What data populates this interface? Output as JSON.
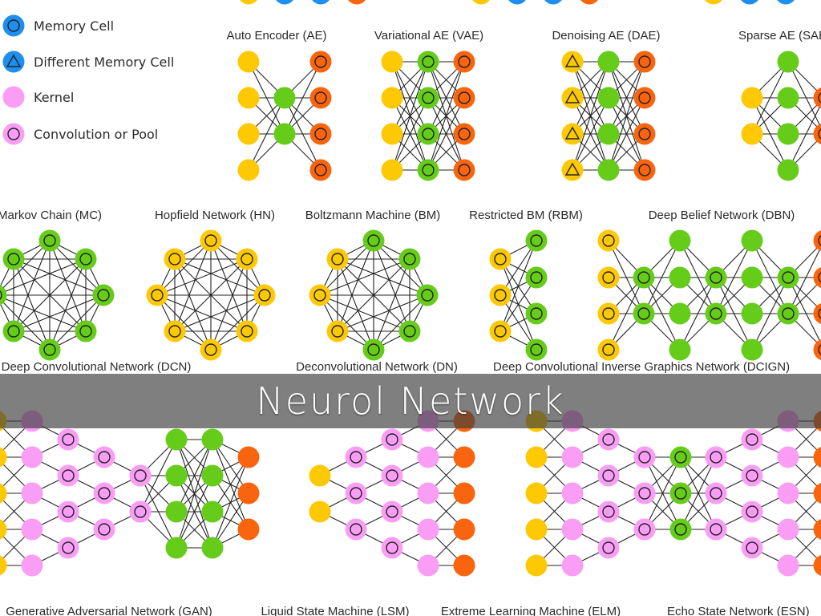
{
  "slide": {
    "title": "Neurol Network"
  },
  "colors": {
    "input": "#fdc804",
    "output": "#f9640f",
    "hidden": "#66cc1a",
    "kernel": "#f99df5",
    "memory": "#1e8ff0",
    "edge": "#222222",
    "banner": "#3c3c3c"
  },
  "legend": [
    {
      "label": "Memory Cell",
      "icon": "circle-in-blue-icon"
    },
    {
      "label": "Different Memory Cell",
      "icon": "triangle-in-blue-icon"
    },
    {
      "label": "Kernel",
      "icon": "pink-dot-icon"
    },
    {
      "label": "Convolution or Pool",
      "icon": "circle-in-pink-icon"
    }
  ],
  "networks": {
    "ae": "Auto Encoder (AE)",
    "vae": "Variational AE (VAE)",
    "dae": "Denoising AE (DAE)",
    "sae": "Sparse AE (SAE)",
    "mc": "Markov Chain (MC)",
    "hn": "Hopfield Network (HN)",
    "bm": "Boltzmann Machine (BM)",
    "rbm": "Restricted BM (RBM)",
    "dbn": "Deep Belief Network (DBN)",
    "dcn": "Deep Convolutional Network (DCN)",
    "dn": "Deconvolutional Network (DN)",
    "dcign": "Deep Convolutional Inverse Graphics Network (DCIGN)",
    "gan": "Generative Adversarial Network (GAN)",
    "lsm": "Liquid State Machine (LSM)",
    "elm": "Extreme Learning Machine (ELM)",
    "esn": "Echo State Network (ESN)"
  }
}
